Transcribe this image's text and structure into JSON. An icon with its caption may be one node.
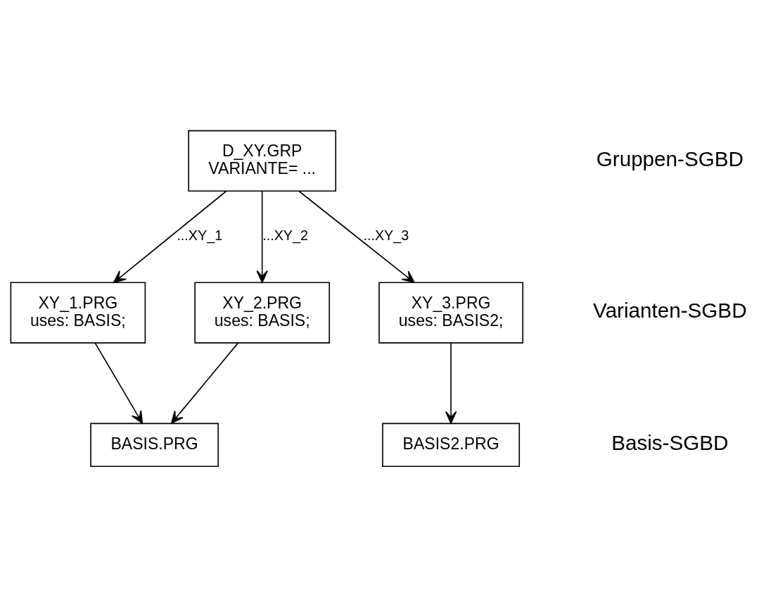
{
  "diagram": {
    "nodes": [
      {
        "text": [
          "D_XY.GRP",
          "VARIANTE= ..."
        ]
      },
      {
        "text": [
          "XY_1.PRG",
          "uses: BASIS;"
        ]
      },
      {
        "text": [
          "XY_2.PRG",
          "uses: BASIS;"
        ]
      },
      {
        "text": [
          "XY_3.PRG",
          "uses: BASIS2;"
        ]
      },
      {
        "text": [
          "BASIS.PRG"
        ]
      },
      {
        "text": [
          "BASIS2.PRG"
        ]
      }
    ],
    "edges": [
      {
        "from": 0,
        "to": 1,
        "arrow": "to",
        "label": "...XY_1"
      },
      {
        "from": 0,
        "to": 2,
        "arrow": "to",
        "label": "...XY_2"
      },
      {
        "from": 0,
        "to": 3,
        "arrow": "to",
        "label": "...XY_3"
      },
      {
        "from": 1,
        "to": 4,
        "arrow": "to"
      },
      {
        "from": 2,
        "to": 4,
        "arrow": "to"
      },
      {
        "from": 3,
        "to": 5,
        "arrow": "to"
      }
    ],
    "labels": [
      "Gruppen-SGBD",
      "Varianten-SGBD",
      "Basis-SGBD"
    ]
  }
}
